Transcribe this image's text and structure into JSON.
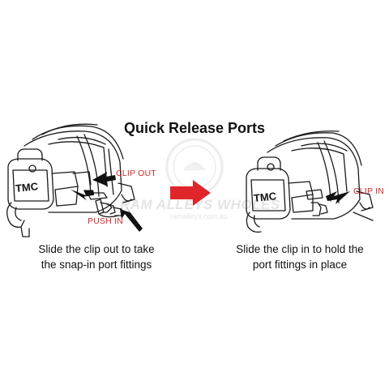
{
  "title": "Quick Release Ports",
  "left_panel": {
    "clip_label": "CLIP OUT",
    "push_label": "PUSH IN",
    "brand": "TMC",
    "caption_line1": "Slide the clip out to take",
    "caption_line2": "the snap-in port fittings"
  },
  "right_panel": {
    "clip_label": "CLIP IN",
    "brand": "TMC",
    "caption_line1": "Slide the clip in to hold the",
    "caption_line2": "port fittings in place"
  },
  "watermark": {
    "text": "RAM ALLEYS WHOLES",
    "url": "ramalleys.com.au"
  },
  "colors": {
    "label_red": "#d7262a",
    "arrow_red": "#e1262b",
    "line": "#1a1a1a",
    "watermark": "#e4e4e4"
  },
  "icons": [
    "pump-illustration",
    "pump-illustration",
    "transition-arrow"
  ]
}
